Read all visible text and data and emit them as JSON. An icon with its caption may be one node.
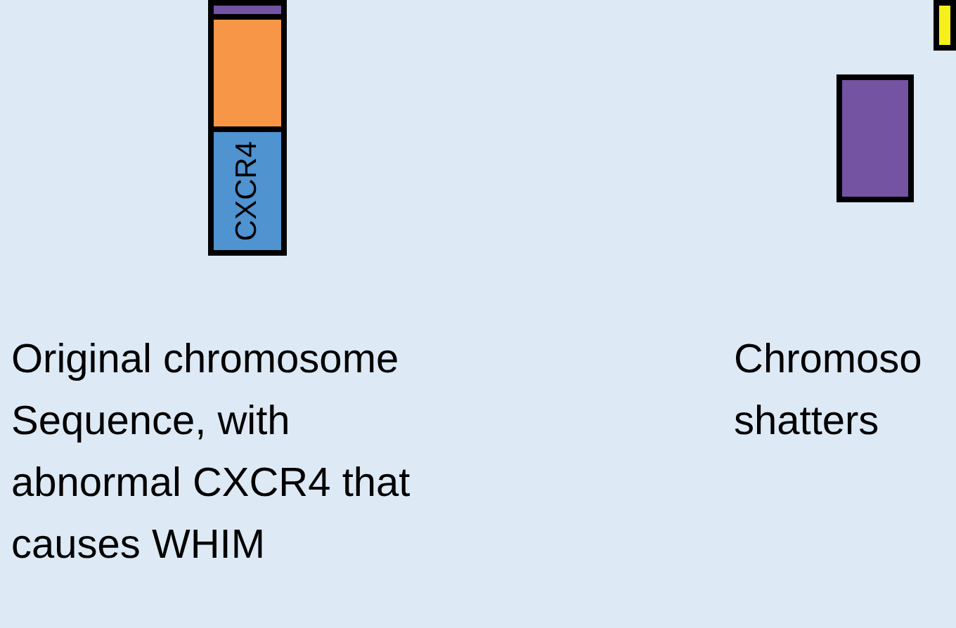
{
  "diagram": {
    "nodes": [
      {
        "text": [],
        "shape": "bar"
      },
      {
        "text": [],
        "shape": "bar"
      },
      {
        "text": [
          "CXCR4"
        ]
      },
      {
        "text": [],
        "shape": "bar"
      },
      {
        "text": [],
        "shape": "bar"
      }
    ],
    "labels": [
      "Original chromosome Sequence, with abnormal CXCR4 that causes WHIM",
      "Chromoso shatters"
    ]
  }
}
